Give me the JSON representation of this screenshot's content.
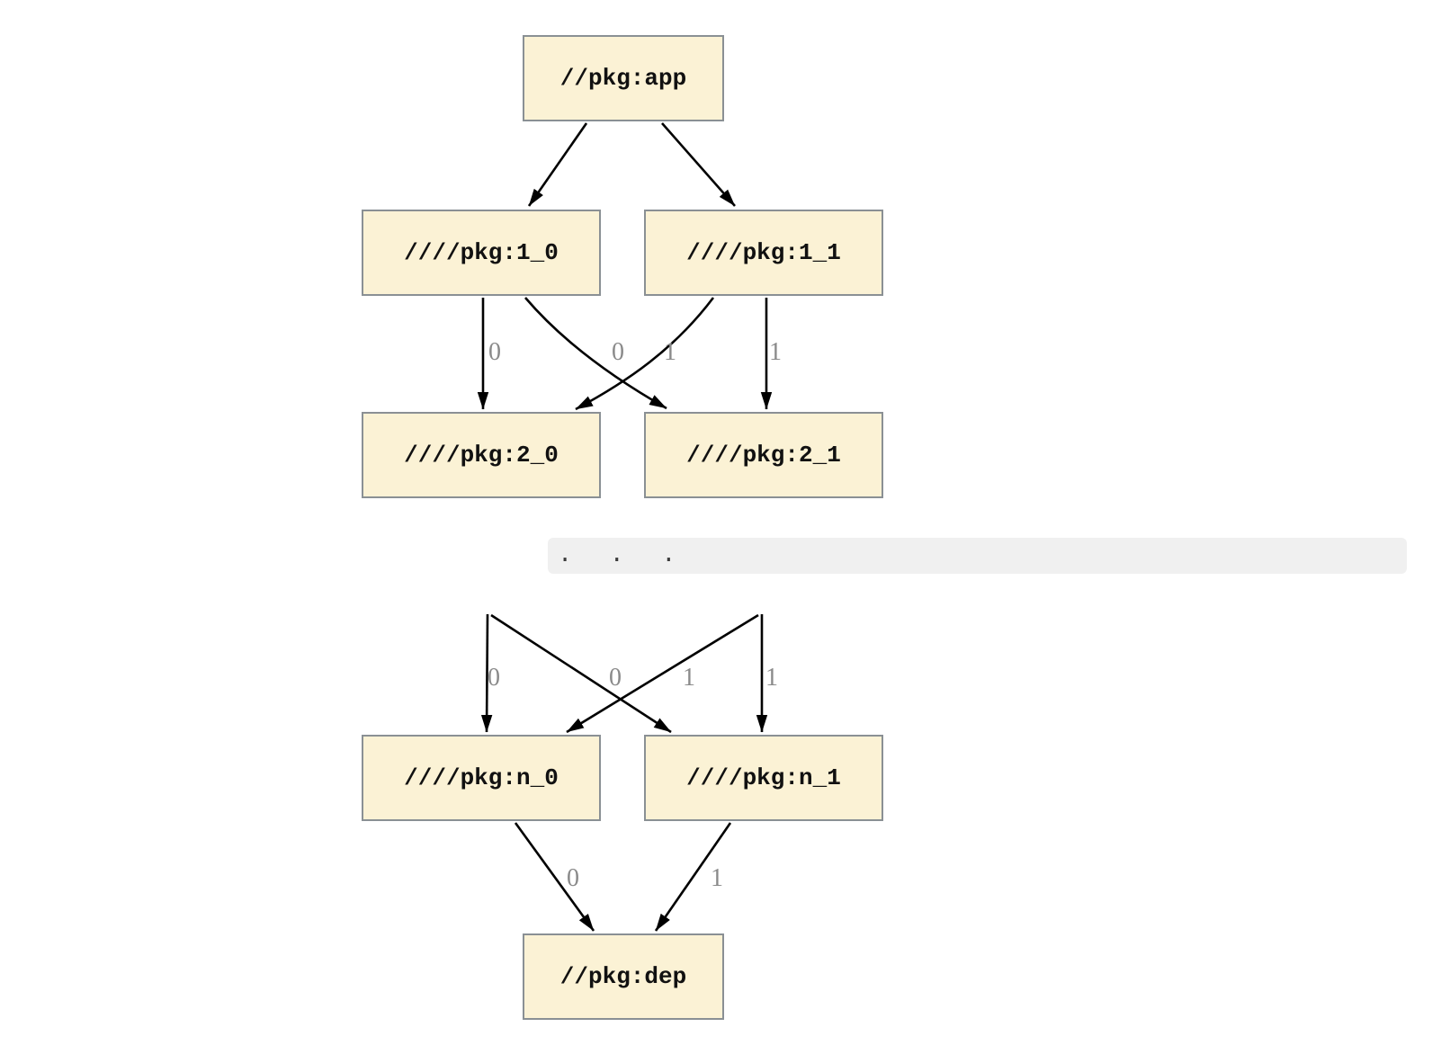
{
  "diagram": {
    "title_hint": "package dependency graph",
    "ellipsis_text": ".  .  .",
    "nodes": [
      {
        "id": "app",
        "label": "//pkg:app"
      },
      {
        "id": "1_0",
        "label": "////pkg:1_0"
      },
      {
        "id": "1_1",
        "label": "////pkg:1_1"
      },
      {
        "id": "2_0",
        "label": "////pkg:2_0"
      },
      {
        "id": "2_1",
        "label": "////pkg:2_1"
      },
      {
        "id": "n_0",
        "label": "////pkg:n_0"
      },
      {
        "id": "n_1",
        "label": "////pkg:n_1"
      },
      {
        "id": "dep",
        "label": "//pkg:dep"
      }
    ],
    "edges": [
      {
        "from": "//pkg:app",
        "to": "////pkg:1_0",
        "label": ""
      },
      {
        "from": "//pkg:app",
        "to": "////pkg:1_1",
        "label": ""
      },
      {
        "from": "////pkg:1_0",
        "to": "////pkg:2_0",
        "label": "0"
      },
      {
        "from": "////pkg:1_0",
        "to": "////pkg:2_1",
        "label": "1"
      },
      {
        "from": "////pkg:1_1",
        "to": "////pkg:2_0",
        "label": "0"
      },
      {
        "from": "////pkg:1_1",
        "to": "////pkg:2_1",
        "label": "1"
      },
      {
        "from": "...",
        "to": "////pkg:n_0",
        "label": "0"
      },
      {
        "from": "...",
        "to": "////pkg:n_1",
        "label": "1"
      },
      {
        "from": "...",
        "to": "////pkg:n_0",
        "label": "0"
      },
      {
        "from": "...",
        "to": "////pkg:n_1",
        "label": "1"
      },
      {
        "from": "////pkg:n_0",
        "to": "//pkg:dep",
        "label": "0"
      },
      {
        "from": "////pkg:n_1",
        "to": "//pkg:dep",
        "label": "1"
      }
    ]
  },
  "colors": {
    "node_fill": "#fbf2d5",
    "node_border": "#8a9094",
    "edge": "#000000",
    "edge_label": "#8a8a8a",
    "ellipsis_bg": "#f0f0f0"
  }
}
